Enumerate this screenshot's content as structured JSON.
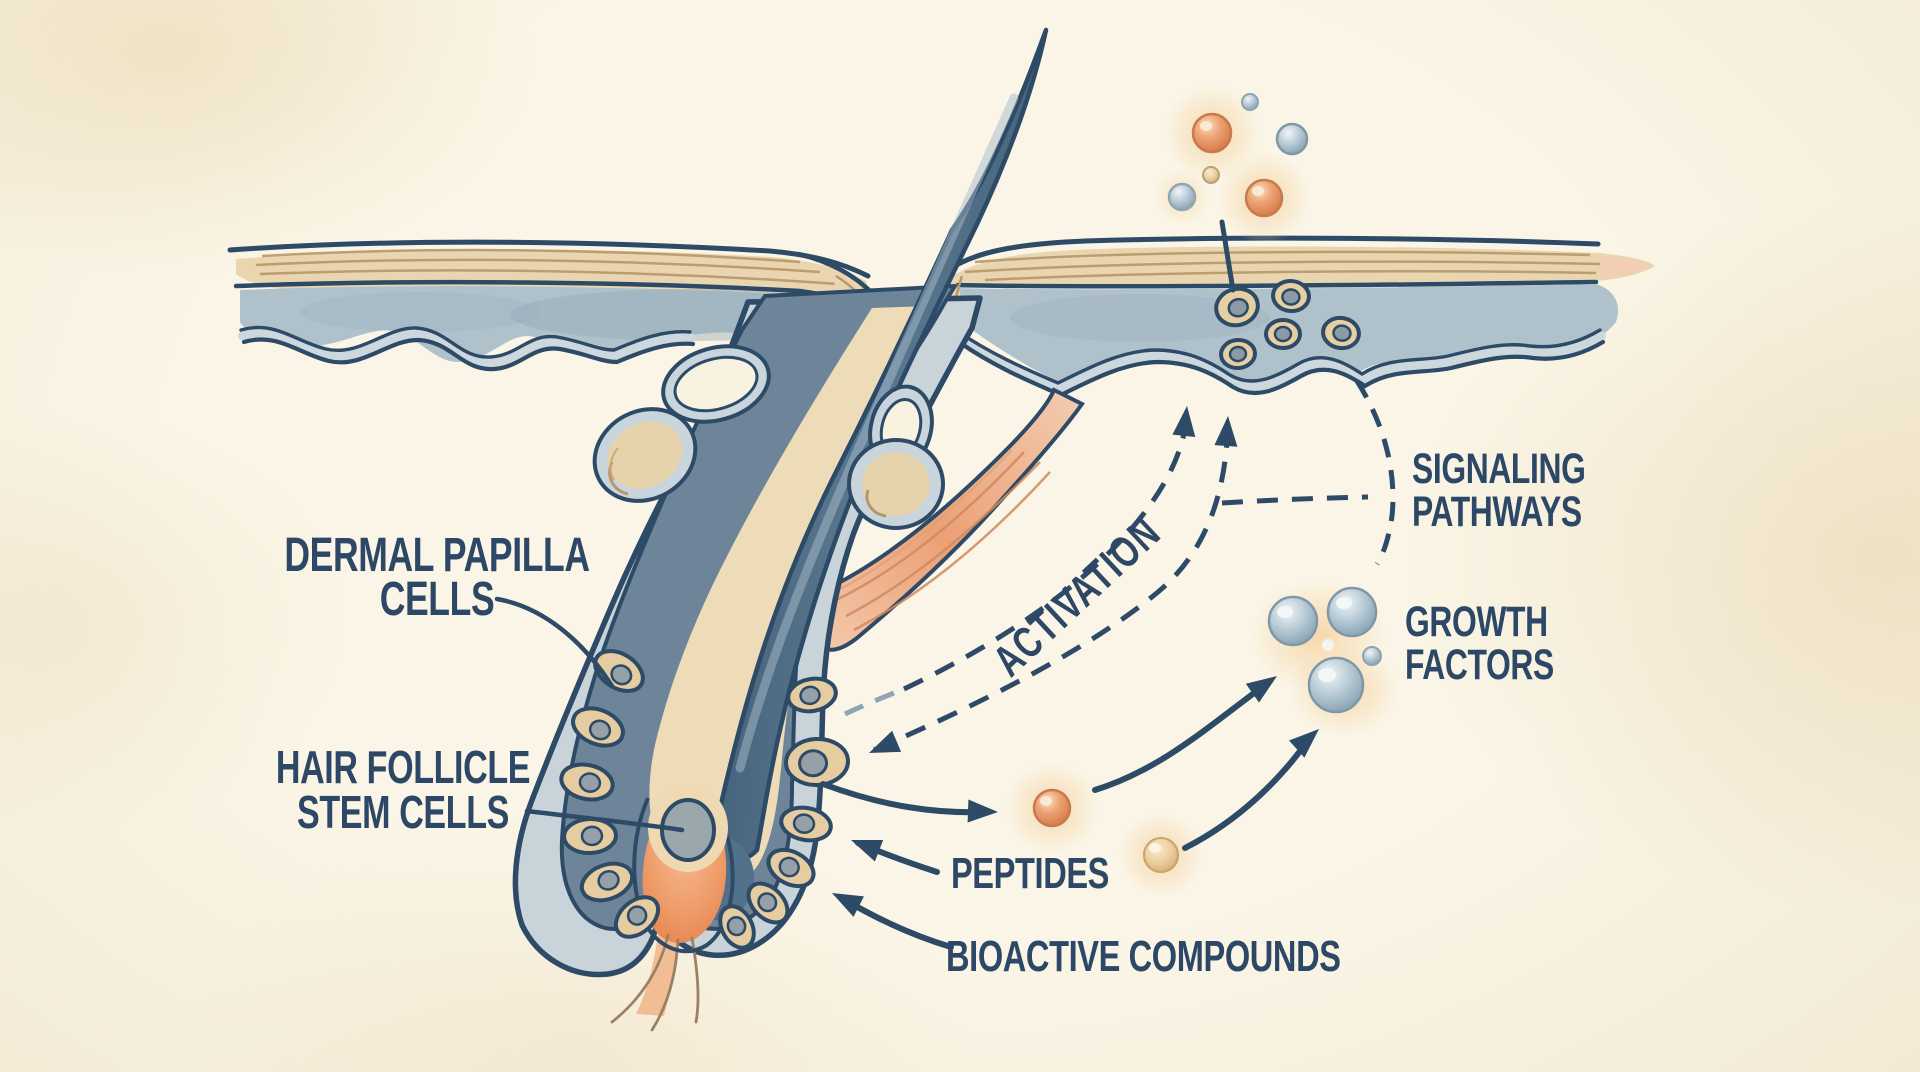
{
  "labels": {
    "dermal_papilla_cells": {
      "line1": "DERMAL PAPILLA",
      "line2": "CELLS"
    },
    "hair_follicle_stem_cells": {
      "line1": "HAIR FOLLICLE",
      "line2": "STEM CELLS"
    },
    "activation": {
      "text": "ACTIVATION"
    },
    "signaling_pathways": {
      "line1": "SIGNALING",
      "line2": "PATHWAYS"
    },
    "growth_factors": {
      "line1": "GROWTH",
      "line2": "FACTORS"
    },
    "peptides": {
      "text": "PEPTIDES"
    },
    "bioactive_compounds": {
      "text": "BIOACTIVE COMPOUNDS"
    }
  },
  "colors": {
    "ink": "#2c4866",
    "paper": "#f8f2e1",
    "epidermis_blue": "#afc2cc",
    "stratum_tan": "#e9d6b0",
    "hair_navy": "#4a6780",
    "sheath_light": "#c8d4da",
    "inner_slate": "#6e8599",
    "matrix_beige": "#eedcb8",
    "papilla_orange": "#ec9465",
    "muscle_peach": "#eda87e",
    "cell_tan": "#e5cda1",
    "nucleus_grey": "#95a0a8",
    "sphere_blue": "#b0c4d0",
    "sphere_orange": "#e8936a",
    "glow_peach": "#f6d9ae"
  }
}
